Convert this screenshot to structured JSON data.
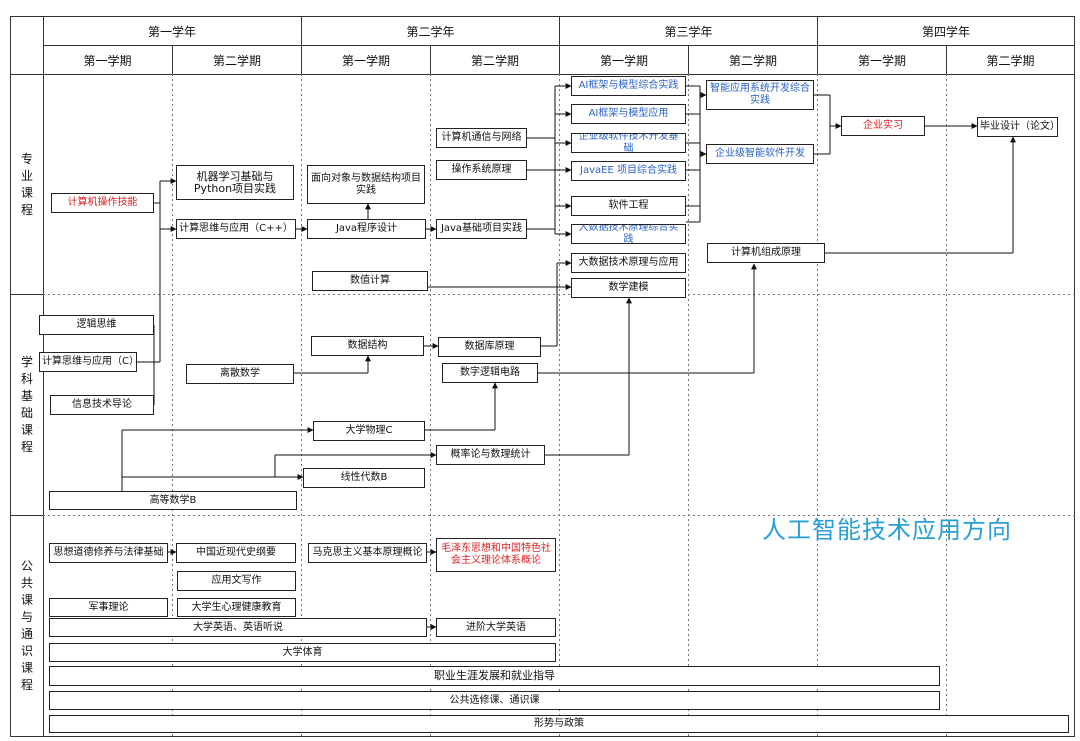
{
  "years": [
    "第一学年",
    "第二学年",
    "第三学年",
    "第四学年"
  ],
  "semesters": [
    "第一学期",
    "第二学期",
    "第一学期",
    "第二学期",
    "第一学期",
    "第二学期",
    "第一学期",
    "第二学期"
  ],
  "categories": [
    "专业课程",
    "学科基础课程",
    "公共课与通识课程"
  ],
  "direction_title": "人工智能技术应用方向",
  "courses": {
    "ai_framework_practice": "AI框架与模型综合实践",
    "ai_framework_app": "AI框架与模型应用",
    "enterprise_dev_basics": "企业级软件技术开发基础",
    "javaee_practice": "JavaEE 项目综合实践",
    "software_engineering": "软件工程",
    "bigdata_practice": "大数据技术原理综合实践",
    "smart_app_practice": "智能应用系统开发综合实践",
    "enterprise_smart_dev": "企业级智能软件开发",
    "internship": "企业实习",
    "graduation": "毕业设计（论文）",
    "network": "计算机通信与网络",
    "os": "操作系统原理",
    "oop_practice": "面向对象与数据结构项目实践",
    "ml_python": "机器学习基础与Python项目实践",
    "computer_ops": "计算机操作技能",
    "ct_cpp": "计算思维与应用（C++）",
    "java_prog": "Java程序设计",
    "java_project": "Java基础项目实践",
    "bigdata_principles": "大数据技术原理与应用",
    "math_modeling": "数学建模",
    "computer_org": "计算机组成原理",
    "numerical": "数值计算",
    "logic": "逻辑思维",
    "ct_c": "计算思维与应用（C）",
    "it_intro": "信息技术导论",
    "data_structures": "数据结构",
    "database": "数据库原理",
    "discrete_math": "离散数学",
    "digital_logic": "数字逻辑电路",
    "physics": "大学物理C",
    "probability": "概率论与数理统计",
    "linear_algebra": "线性代数B",
    "advanced_math": "高等数学B",
    "ethics_law": "思想道德修养与法律基础",
    "modern_history": "中国近现代史纲要",
    "marxism": "马克思主义基本原理概论",
    "mao_theory": "毛泽东思想和中国特色社会主义理论体系概论",
    "applied_writing": "应用文写作",
    "military": "军事理论",
    "psychology": "大学生心理健康教育",
    "english": "大学英语、英语听说",
    "advanced_english": "进阶大学英语",
    "pe": "大学体育",
    "career": "职业生涯发展和就业指导",
    "electives": "公共选修课、通识课",
    "situation_policy": "形势与政策"
  }
}
